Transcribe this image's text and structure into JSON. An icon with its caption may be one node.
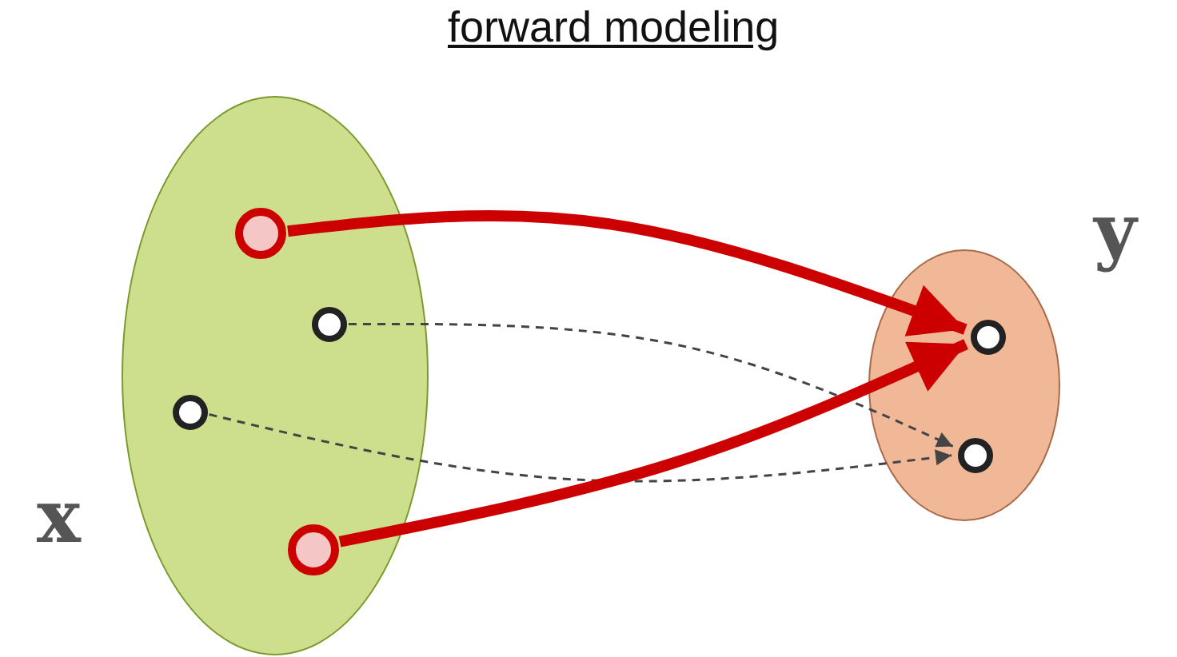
{
  "diagram": {
    "title": "forward modeling",
    "nodes": [
      {
        "text": [
          "x"
        ]
      },
      {
        "text": [],
        "shape": "circle",
        "in": 0
      },
      {
        "text": [],
        "shape": "circle",
        "in": 0
      },
      {
        "text": [],
        "shape": "circle",
        "in": 0
      },
      {
        "text": [],
        "shape": "circle",
        "in": 0
      },
      {
        "text": [
          "y"
        ]
      },
      {
        "text": [],
        "shape": "circle",
        "in": 5
      },
      {
        "text": [],
        "shape": "circle",
        "in": 5
      }
    ],
    "edges": [
      {
        "from": 1,
        "to": 6,
        "arrow": "to",
        "style": "thick",
        "color": "#cc0000"
      },
      {
        "from": 2,
        "to": 7,
        "arrow": "to",
        "style": "dashed",
        "color": "#444444"
      },
      {
        "from": 3,
        "to": 7,
        "arrow": "to",
        "style": "dashed",
        "color": "#444444"
      },
      {
        "from": 4,
        "to": 6,
        "arrow": "to",
        "style": "thick",
        "color": "#cc0000"
      }
    ]
  }
}
